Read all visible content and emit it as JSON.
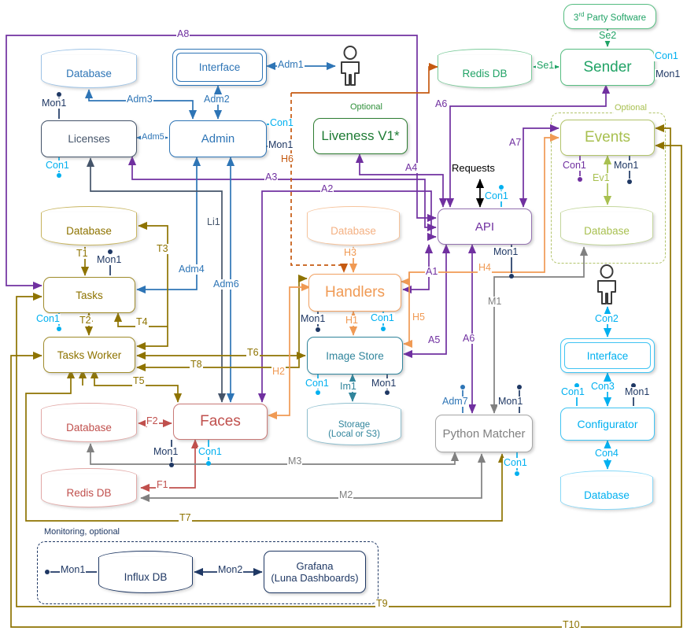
{
  "nodes": {
    "db_admin": {
      "label": "Database"
    },
    "interface_admin": {
      "label": "Interface"
    },
    "licenses": {
      "label": "Licenses"
    },
    "admin": {
      "label": "Admin"
    },
    "liveness": {
      "label": "Liveness V1*",
      "tag": "Optional"
    },
    "redis_green": {
      "label": "Redis DB"
    },
    "sender": {
      "label": "Sender"
    },
    "third_party": {
      "pre": "3",
      "sup": "rd",
      "post": " Party Software"
    },
    "events": {
      "label": "Events",
      "tag": "Optional"
    },
    "db_events": {
      "label": "Database"
    },
    "db_tasks": {
      "label": "Database"
    },
    "tasks": {
      "label": "Tasks"
    },
    "tasks_worker": {
      "label": "Tasks Worker"
    },
    "db_handlers": {
      "label": "Database"
    },
    "handlers": {
      "label": "Handlers"
    },
    "image_store": {
      "label": "Image Store"
    },
    "storage": {
      "label": "Storage",
      "label2": "(Local or S3)"
    },
    "api": {
      "label": "API"
    },
    "python_matcher": {
      "label": "Python Matcher"
    },
    "interface_conf": {
      "label": "Interface"
    },
    "configurator": {
      "label": "Configurator"
    },
    "db_conf": {
      "label": "Database"
    },
    "db_faces": {
      "label": "Database"
    },
    "faces": {
      "label": "Faces"
    },
    "redis_faces": {
      "label": "Redis DB"
    },
    "monitoring": {
      "label": "Monitoring, optional"
    },
    "influx": {
      "label": "Influx DB"
    },
    "grafana": {
      "label": "Grafana",
      "label2": "(Luna Dashboards)"
    }
  },
  "lbl": {
    "A1": "A1",
    "A2": "A2",
    "A3": "A3",
    "A4": "A4",
    "A5": "A5",
    "A6": "A6",
    "A7": "A7",
    "A8": "A8",
    "Adm1": "Adm1",
    "Adm2": "Adm2",
    "Adm3": "Adm3",
    "Adm4": "Adm4",
    "Adm5": "Adm5",
    "Adm6": "Adm6",
    "Adm7": "Adm7",
    "T1": "T1",
    "T2": "T2",
    "T3": "T3",
    "T4": "T4",
    "T5": "T5",
    "T6": "T6",
    "T7": "T7",
    "T8": "T8",
    "T9": "T9",
    "T10": "T10",
    "H1": "H1",
    "H2": "H2",
    "H3": "H3",
    "H4": "H4",
    "H5": "H5",
    "H6": "H6",
    "M1": "M1",
    "M2": "M2",
    "M3": "M3",
    "F1": "F1",
    "F2": "F2",
    "Con1": "Con1",
    "Con2": "Con2",
    "Con3": "Con3",
    "Con4": "Con4",
    "Mon1": "Mon1",
    "Mon2": "Mon2",
    "Se1": "Se1",
    "Se2": "Se2",
    "Ev1": "Ev1",
    "Li1": "Li1",
    "Im1": "Im1",
    "Requests": "Requests",
    "Optional": "Optional"
  },
  "colors": {
    "blue": "#2E75B6",
    "cyan": "#00B0F0",
    "navy": "#1F3864",
    "slate": "#44546A",
    "purple": "#7030A0",
    "dark_orange": "#C55A11",
    "light_orange": "#F09A54",
    "green": "#21A366",
    "dark_green": "#1E7B34",
    "light_green": "#A8C050",
    "red": "#C0504D",
    "teal": "#31859C",
    "gray": "#808080",
    "olive": "#8E7300"
  }
}
